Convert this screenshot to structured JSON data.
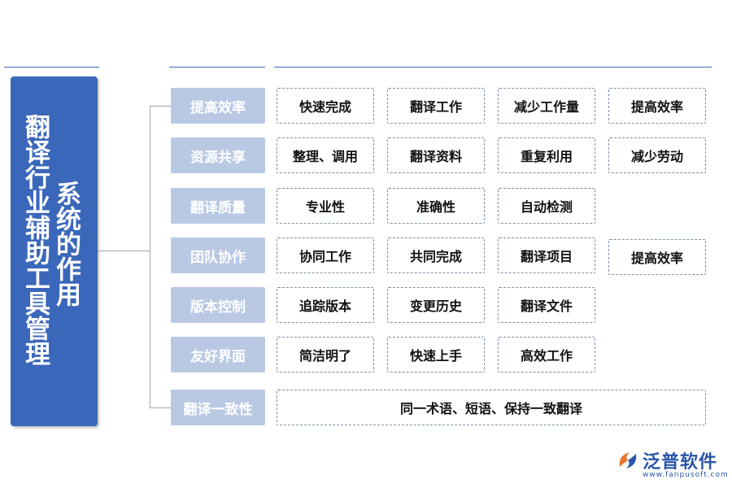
{
  "title": {
    "main": "翻译行业辅助工具管理",
    "sub": "系统的作用"
  },
  "rows": [
    {
      "category": "提高效率",
      "items": [
        "快速完成",
        "翻译工作",
        "减少工作量",
        "提高效率"
      ]
    },
    {
      "category": "资源共享",
      "items": [
        "整理、调用",
        "翻译资料",
        "重复利用",
        "减少劳动"
      ]
    },
    {
      "category": "翻译质量",
      "items": [
        "专业性",
        "准确性",
        "自动检测"
      ]
    },
    {
      "category": "团队协作",
      "items": [
        "协同工作",
        "共同完成",
        "翻译项目",
        "提高效率"
      ]
    },
    {
      "category": "版本控制",
      "items": [
        "追踪版本",
        "变更历史",
        "翻译文件"
      ]
    },
    {
      "category": "友好界面",
      "items": [
        "简洁明了",
        "快速上手",
        "高效工作"
      ]
    },
    {
      "category": "翻译一致性",
      "items": [
        "同一术语、短语、保持一致翻译"
      ]
    }
  ],
  "logo": {
    "name": "泛普软件",
    "url": "www.fanpusoft.com"
  },
  "colors": {
    "title_bg": "#3a67ba",
    "category_bg": "#b9c9e4",
    "item_border": "#7d8ea6",
    "logo": "#2a57a8"
  }
}
